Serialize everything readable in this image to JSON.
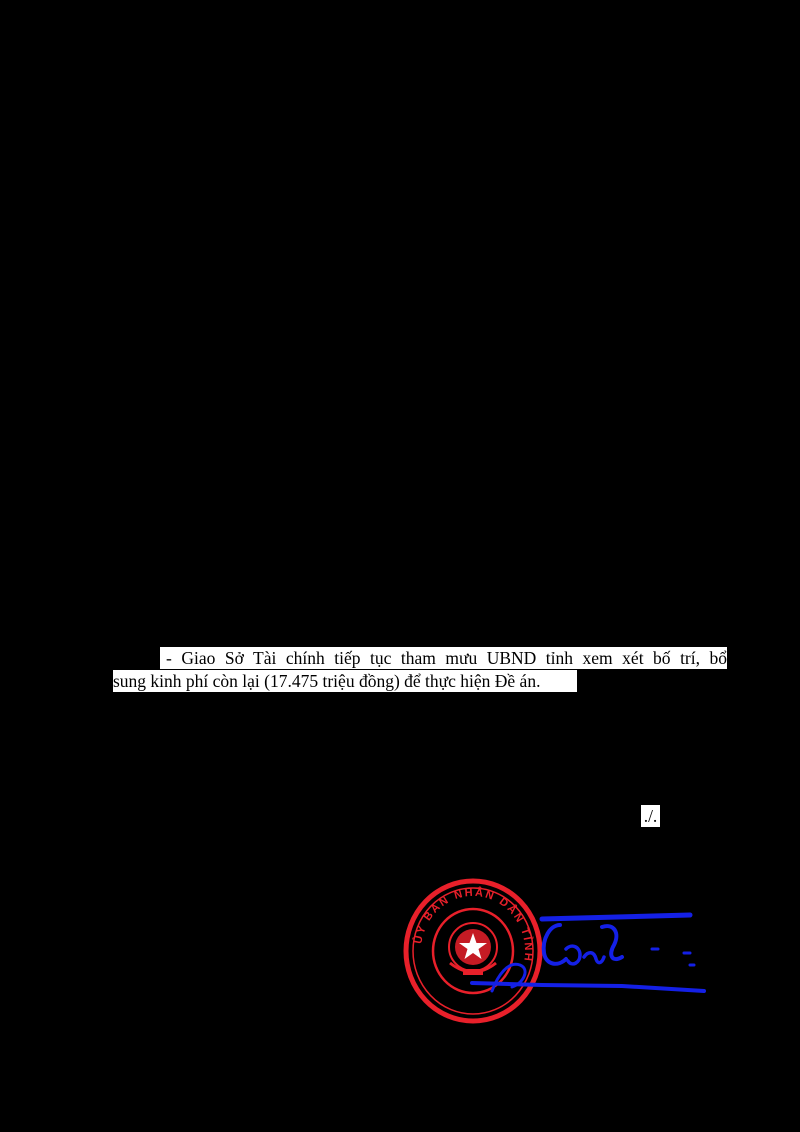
{
  "document": {
    "paragraph_lines": [
      "- Giao Sở Tài chính tiếp tục tham mưu UBND tỉnh xem xét bố trí, bổ",
      "sung kinh phí còn lại (17.475 triệu đồng) để thực hiện Đề án."
    ],
    "closing_mark": "./."
  },
  "seal": {
    "color": "#e8202a",
    "ring_text": "ỦY BAN NHÂN DÂN TỈNH"
  },
  "signature": {
    "color": "#1420e6"
  },
  "colors": {
    "background": "#000000",
    "text_highlight": "#ffffff",
    "text": "#000000"
  }
}
